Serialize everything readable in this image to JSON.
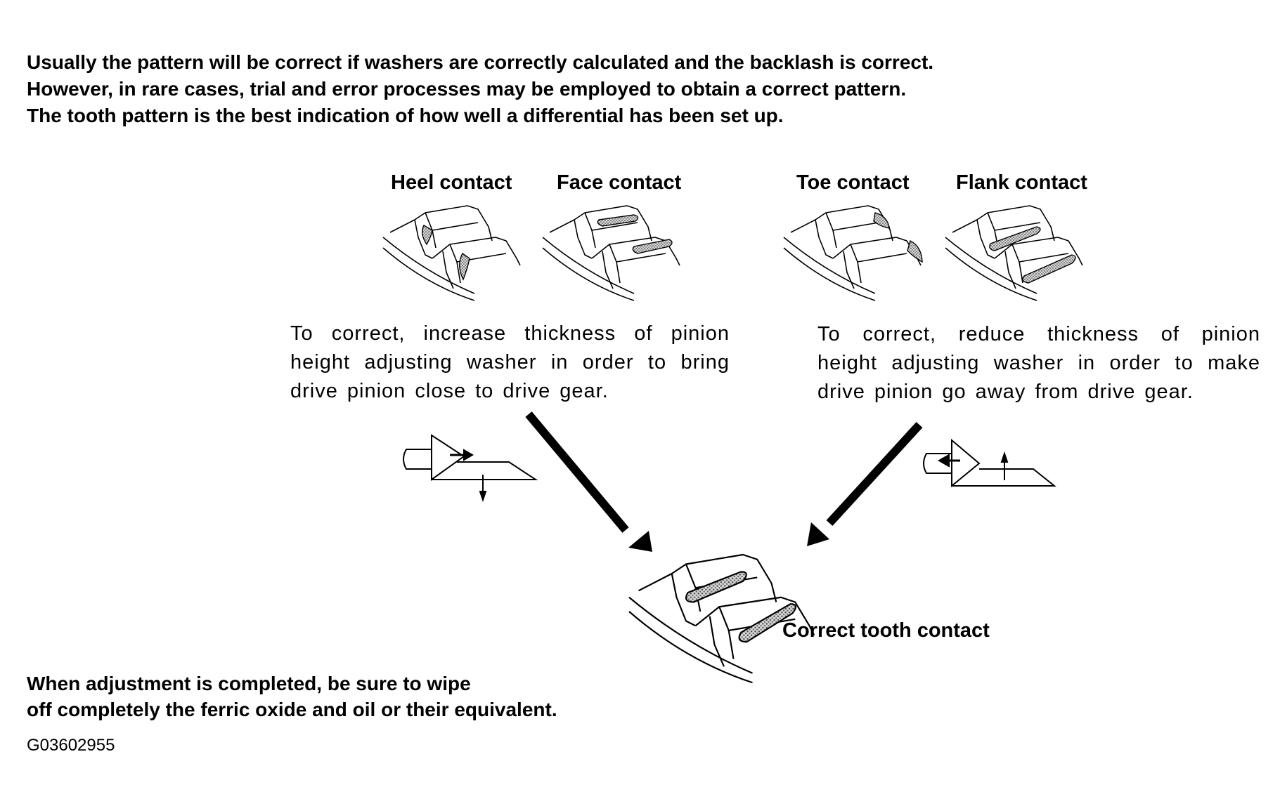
{
  "intro": [
    "Usually the pattern will be correct if washers are correctly calculated and the backlash is correct.",
    "However, in rare cases, trial and error processes may be employed to obtain a correct pattern.",
    "The tooth pattern is the best indication of how well a differential has been set up."
  ],
  "contacts": {
    "heel": "Heel contact",
    "face": "Face contact",
    "toe": "Toe contact",
    "flank": "Flank contact",
    "correct": "Correct tooth contact"
  },
  "left_note": [
    "To correct, increase thickness of pinion",
    "height adjusting washer in order to bring",
    "drive pinion close to drive gear."
  ],
  "right_note": [
    "To correct, reduce thickness of pinion",
    "height adjusting washer in order to make",
    "drive pinion go away from drive gear."
  ],
  "outro": [
    "When adjustment is completed, be sure to wipe",
    "off completely the ferric oxide and oil or their equivalent."
  ],
  "figure_code": "G03602955"
}
